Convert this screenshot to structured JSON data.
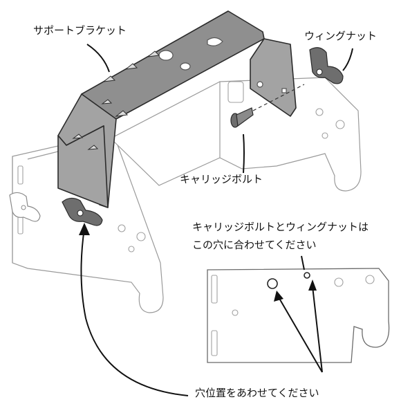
{
  "labels": {
    "support_bracket": "サポートブラケット",
    "wing_nut": "ウィングナット",
    "carriage_bolt": "キャリッジボルト",
    "note_line1": "キャリッジボルトとウィングナットは",
    "note_line2": "この穴に合わせてください",
    "align_holes": "穴位置をあわせてください"
  },
  "colors": {
    "bracket_fill": "#8f8f8f",
    "line": "#111111",
    "outline": "#9a9a9a"
  }
}
